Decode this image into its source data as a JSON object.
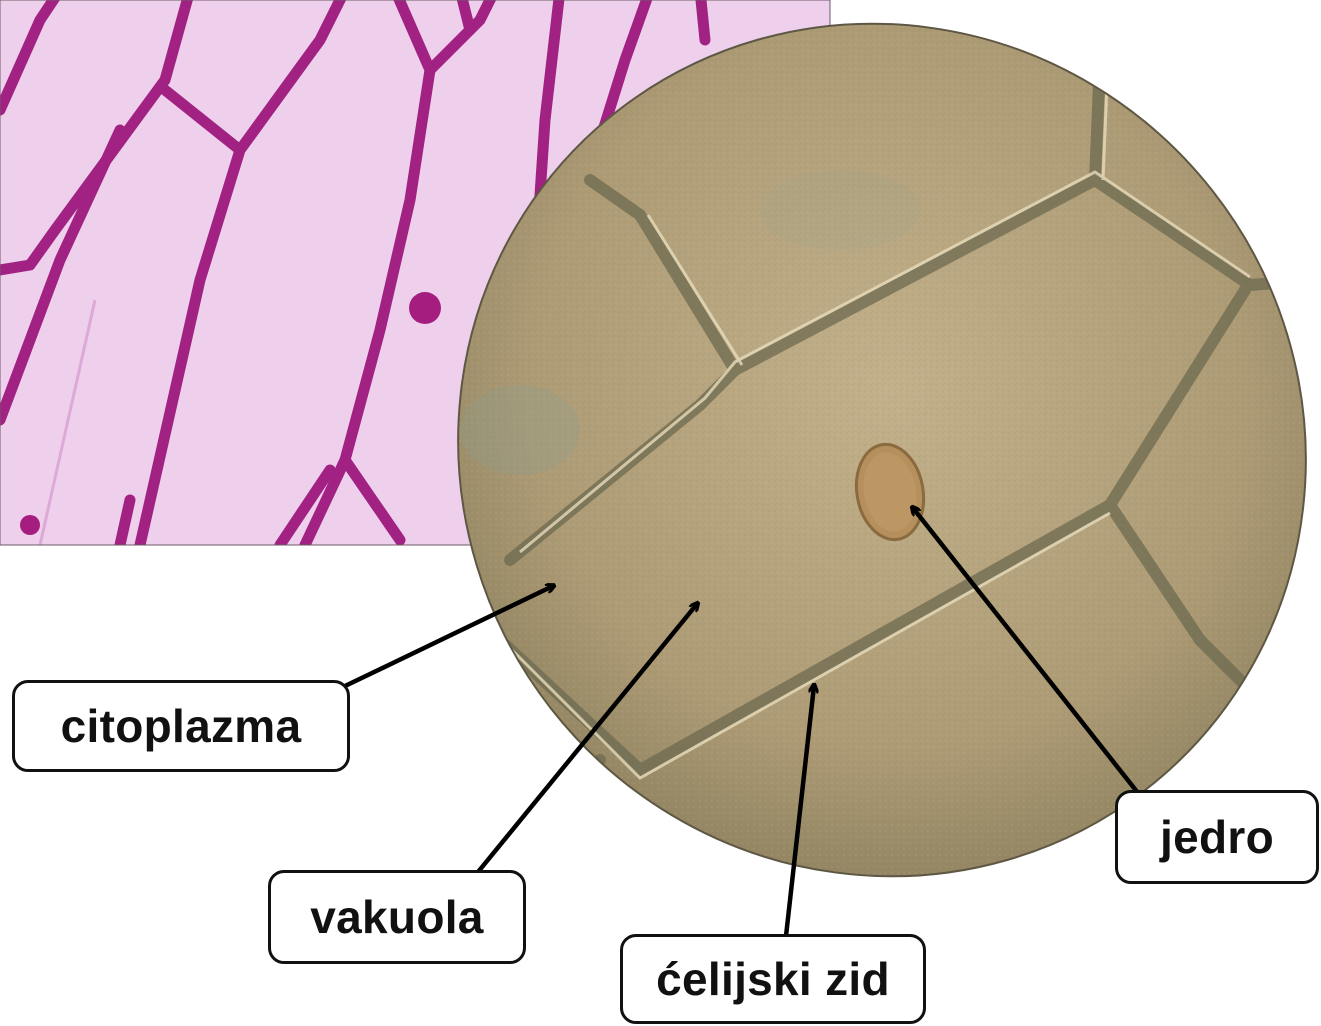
{
  "labels": {
    "cytoplasm": "citoplazma",
    "vacuole": "vakuola",
    "cell_wall": "ćelijski zid",
    "nucleus": "jedro"
  },
  "colors": {
    "stained_background": "#eac6e8",
    "stained_wall": "#a0217f",
    "micrograph": "#b4a27f",
    "micrograph_wall": "#6f6a52",
    "arrow": "#000000"
  }
}
